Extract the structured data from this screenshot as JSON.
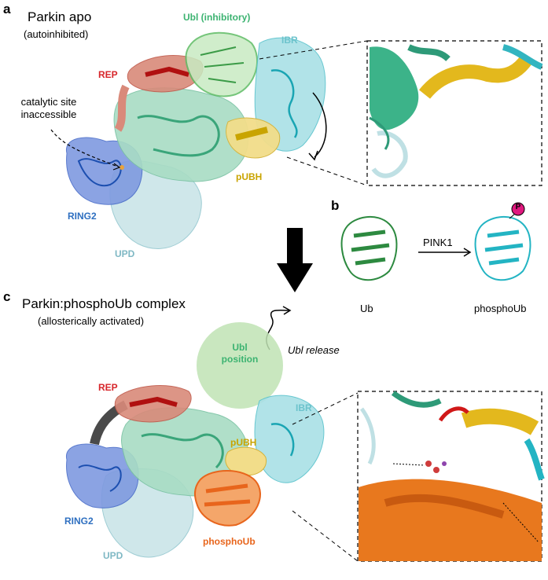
{
  "panel_a": {
    "letter": "a",
    "title": "Parkin apo",
    "subtitle": "(autoinhibited)",
    "labels": {
      "ubl": "Ubl (inhibitory)",
      "ibr": "IBR",
      "rep": "REP",
      "pubh": "pUBH",
      "ring2": "RING2",
      "upd": "UPD"
    },
    "note_line1": "catalytic site",
    "note_line2": "inaccessible"
  },
  "panel_b": {
    "letter": "b",
    "enzyme": "PINK1",
    "left_label": "Ub",
    "right_label": "phosphoUb",
    "phospho_badge": "P"
  },
  "panel_c": {
    "letter": "c",
    "title": "Parkin:phosphoUb complex",
    "subtitle": "(allosterically activated)",
    "ubl_position_line1": "Ubl",
    "ubl_position_line2": "position",
    "ubl_release": "Ubl release",
    "labels": {
      "rep": "REP",
      "ibr": "IBR",
      "pubh": "pUBH",
      "ring2": "RING2",
      "upd": "UPD",
      "phosphoub": "phosphoUb"
    }
  },
  "colors": {
    "ubl": "#3cb371",
    "ibr": "#6cc3cc",
    "rep": "#d7262b",
    "pubh": "#c9a400",
    "ring2": "#2e6fc0",
    "upd": "#7fb8c4",
    "phosphoub": "#e8651c",
    "ubl_circle": "#bfe3b4"
  }
}
